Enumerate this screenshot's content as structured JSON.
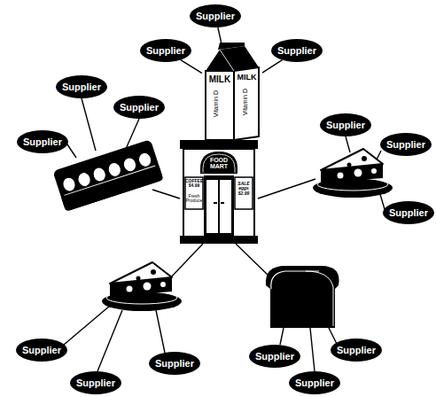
{
  "diagram": {
    "nodes": [
      {
        "text": [
          "Supplier"
        ]
      },
      {
        "text": [
          "Supplier"
        ]
      },
      {
        "text": [
          "Supplier"
        ]
      },
      {
        "text": [
          "MILK",
          "MILK",
          "Vitamin D",
          "Vitamin D"
        ]
      },
      {
        "text": [
          "Supplier"
        ]
      },
      {
        "text": [
          "Supplier"
        ]
      },
      {
        "text": [
          "Supplier"
        ]
      },
      {
        "text": [
          "Supplier"
        ]
      },
      {
        "text": [
          "Supplier"
        ]
      },
      {
        "text": [
          "Supplier"
        ]
      },
      {
        "text": [
          "FOOD MART",
          "COFFEE $4.99",
          "Fresh Produce",
          "SALE eggs $2.99"
        ]
      },
      {
        "text": [
          "Supplier"
        ]
      },
      {
        "text": [
          "Supplier"
        ]
      },
      {
        "text": [
          "Supplier"
        ]
      },
      {
        "text": [
          "Supplier"
        ]
      },
      {
        "text": [
          "Supplier"
        ]
      },
      {
        "text": [
          "Supplier"
        ]
      }
    ],
    "edges": [
      {
        "from": 0,
        "to": 3,
        "arrow": "none"
      },
      {
        "from": 1,
        "to": 3,
        "arrow": "none"
      },
      {
        "from": 2,
        "to": 3,
        "arrow": "none"
      },
      {
        "from": 3,
        "to": 10,
        "arrow": "none"
      }
    ]
  }
}
